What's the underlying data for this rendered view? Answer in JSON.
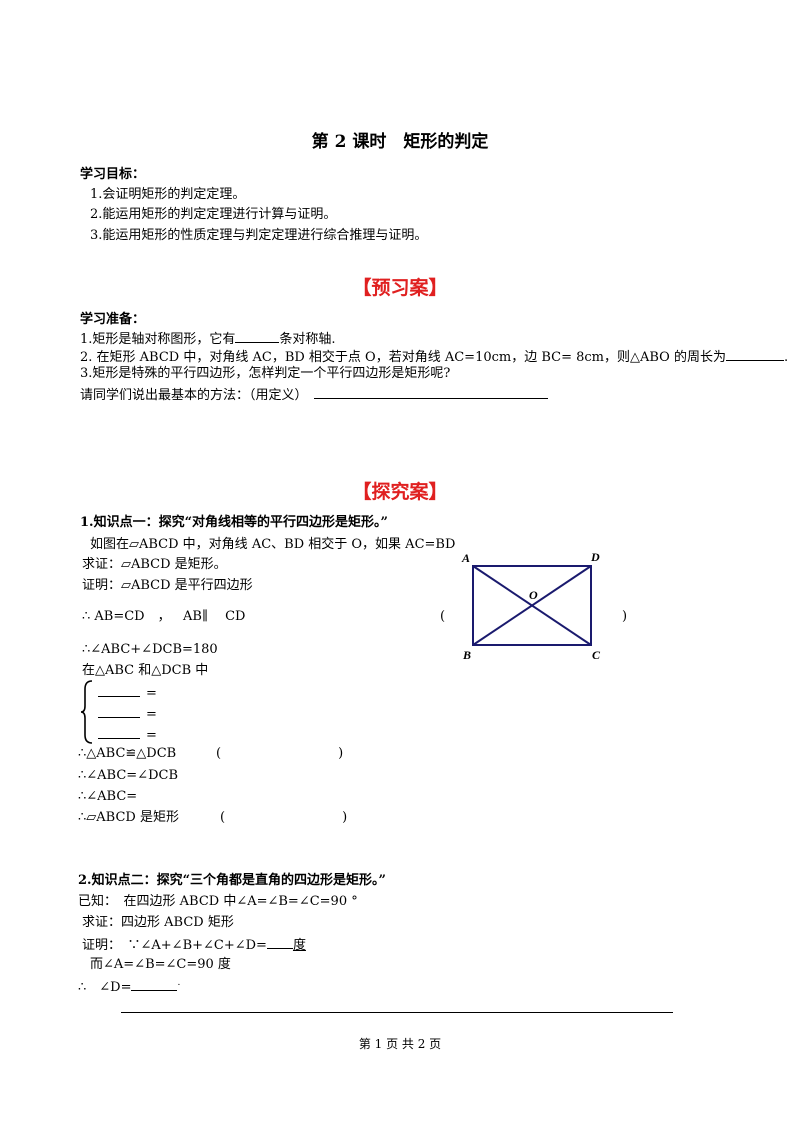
{
  "title": "第 2 课时　矩形的判定",
  "goals": {
    "heading": "学习目标：",
    "items": [
      "1.会证明矩形的判定定理。",
      "2.能运用矩形的判定定理进行计算与证明。",
      "3.能运用矩形的性质定理与判定定理进行综合推理与证明。"
    ]
  },
  "preview": {
    "section_title": "【预习案】",
    "heading": "学习准备：",
    "q1_a": "1.矩形是轴对称图形，它有",
    "q1_b": "条对称轴.",
    "q2_a": "2. 在矩形 ABCD 中，对角线 AC，BD 相交于点 O，若对角线 AC=10cm，边 BC= 8cm，则△ABO 的周长为",
    "q2_b": ".",
    "q3": "3.矩形是特殊的平行四边形，怎样判定一个平行四边形是矩形呢?",
    "q4": "请同学们说出最基本的方法：（用定义）"
  },
  "explore": {
    "section_title": "【探究案】",
    "k1": {
      "heading": "1.知识点一：探究“对角线相等的平行四边形是矩形。”",
      "given": "如图在▱ABCD 中，对角线 AC、BD 相交于 O，如果 AC=BD",
      "prove": "求证：▱ABCD 是矩形。",
      "proof_start": "证明：▱ABCD 是平行四边形",
      "line1_a": "∴ AB=CD　，",
      "line1_b": "AB∥　 CD",
      "line1_open": "(",
      "line1_close": ")",
      "line2": "∴∠ABC+∠DCB=180",
      "line3": "在△ABC 和△DCB 中",
      "eq": "=",
      "line4": "∴△ABC≌△DCB",
      "line4_paren": "(　　　　　　　　　)",
      "line5": "∴∠ABC=∠DCB",
      "line6": "∴∠ABC=",
      "line7": "∴▱ABCD 是矩形",
      "line7_paren": "(　　　　　　　　　)"
    },
    "k2": {
      "heading": "2.知识点二：探究“三个角都是直角的四边形是矩形。”",
      "given": "已知：　在四边形 ABCD 中∠A=∠B=∠C=90 °",
      "prove": "求证：四边形 ABCD 矩形",
      "proof_a": "证明：　∵∠A+∠B+∠C+∠D=",
      "proof_unit": "度",
      "line2": "而∠A=∠B=∠C=90 度",
      "line3": "∴　∠D=",
      "line3_tail": "."
    }
  },
  "figure": {
    "labels": {
      "A": "A",
      "B": "B",
      "C": "C",
      "D": "D",
      "O": "O"
    },
    "stroke_color": "#1a1a6e"
  },
  "footer": "第 1 页 共 2 页"
}
